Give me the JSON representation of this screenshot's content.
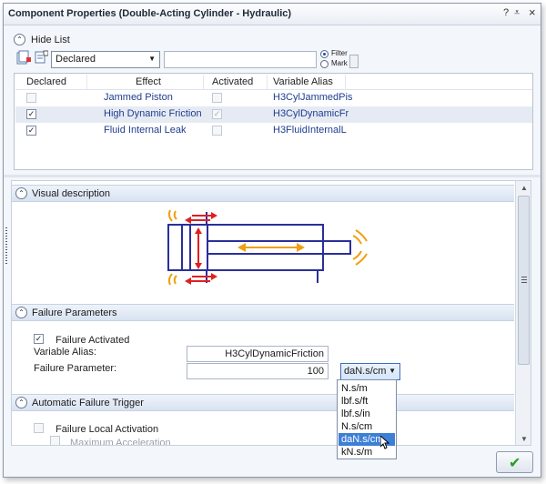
{
  "window": {
    "title": "Component Properties (Double-Acting Cylinder - Hydraulic)",
    "btn_help": "?",
    "btn_pin": "⩡",
    "btn_close": "×"
  },
  "list_section": {
    "toggle_label": "Hide List",
    "filter_select_value": "Declared",
    "search_value": "",
    "radio_filter": "Filter",
    "radio_mark": "Mark"
  },
  "grid": {
    "headers": [
      "Declared",
      "Effect",
      "Activated",
      "Variable Alias"
    ],
    "rows": [
      {
        "declared": "",
        "effect": "Jammed Piston",
        "activated": "",
        "alias": "H3CylJammedPis"
      },
      {
        "declared": "✓",
        "effect": "High Dynamic Friction",
        "activated": "✓",
        "alias": "H3CylDynamicFr"
      },
      {
        "declared": "✓",
        "effect": "Fluid Internal Leak",
        "activated": "",
        "alias": "H3FluidInternalL"
      }
    ]
  },
  "visual_section": {
    "label": "Visual description"
  },
  "failure_section": {
    "label": "Failure Parameters",
    "failure_activated_label": "Failure Activated",
    "failure_activated_check": "✓",
    "alias_label": "Variable Alias:",
    "alias_value": "H3CylDynamicFriction",
    "param_label": "Failure Parameter:",
    "param_value": "100",
    "unit_value": "daN.s/cm",
    "unit_options": [
      "N.s/m",
      "lbf.s/ft",
      "lbf.s/in",
      "N.s/cm",
      "daN.s/cm",
      "kN.s/m"
    ]
  },
  "trigger_section": {
    "label": "Automatic Failure Trigger",
    "local_activation_label": "Failure Local Activation",
    "max_accel_label": "Maximum Acceleration"
  },
  "ok_icon": "✔",
  "colors": {
    "header_gradient_top": "#eef3fa",
    "accent_red": "#e02020",
    "accent_orange": "#f0a010",
    "diagram_blue": "#2a2f9a",
    "ok_green": "#22a022"
  }
}
